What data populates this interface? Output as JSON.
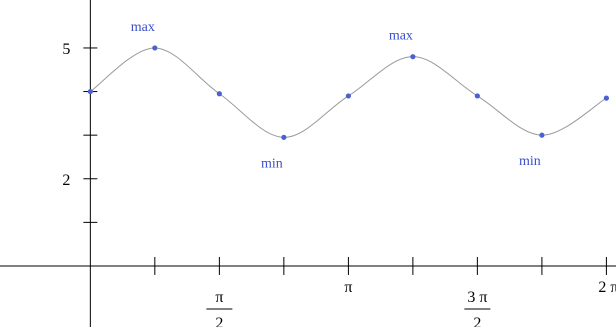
{
  "chart_data": {
    "type": "line",
    "function": "sinusoid",
    "x": [
      0,
      0.785,
      1.571,
      2.356,
      3.142,
      3.927,
      4.712,
      5.498,
      6.283
    ],
    "y": [
      4.0,
      5.0,
      3.95,
      2.95,
      3.9,
      4.8,
      3.9,
      3.0,
      3.85
    ],
    "x_ticks": [
      0.785,
      1.571,
      2.356,
      3.142,
      3.927,
      4.712,
      5.498,
      6.283
    ],
    "x_tick_labels": [
      {
        "x": 1.571,
        "num": "π",
        "den": "2"
      },
      {
        "x": 3.142,
        "text": "π"
      },
      {
        "x": 4.712,
        "num": "3 π",
        "den": "2"
      },
      {
        "x": 6.283,
        "text": "2 π"
      }
    ],
    "y_ticks": [
      1,
      2,
      3,
      4,
      5
    ],
    "y_tick_labels": [
      {
        "y": 2,
        "text": "2"
      },
      {
        "y": 5,
        "text": "5"
      }
    ],
    "xlim": [
      -1.1,
      6.4
    ],
    "ylim": [
      -1.4,
      6.1
    ],
    "annotations": [
      {
        "text": "max",
        "x": 0.785,
        "y": 5.0,
        "position": "above"
      },
      {
        "text": "max",
        "x": 3.927,
        "y": 4.8,
        "position": "above"
      },
      {
        "text": "min",
        "x": 2.356,
        "y": 2.95,
        "position": "below"
      },
      {
        "text": "min",
        "x": 5.498,
        "y": 3.0,
        "position": "below"
      }
    ],
    "colors": {
      "curve": "#9a9a9a",
      "points": "#4b5fd6",
      "annotations": "#3b4fcc",
      "axes": "#000000"
    },
    "grid": false,
    "legend": "none"
  }
}
